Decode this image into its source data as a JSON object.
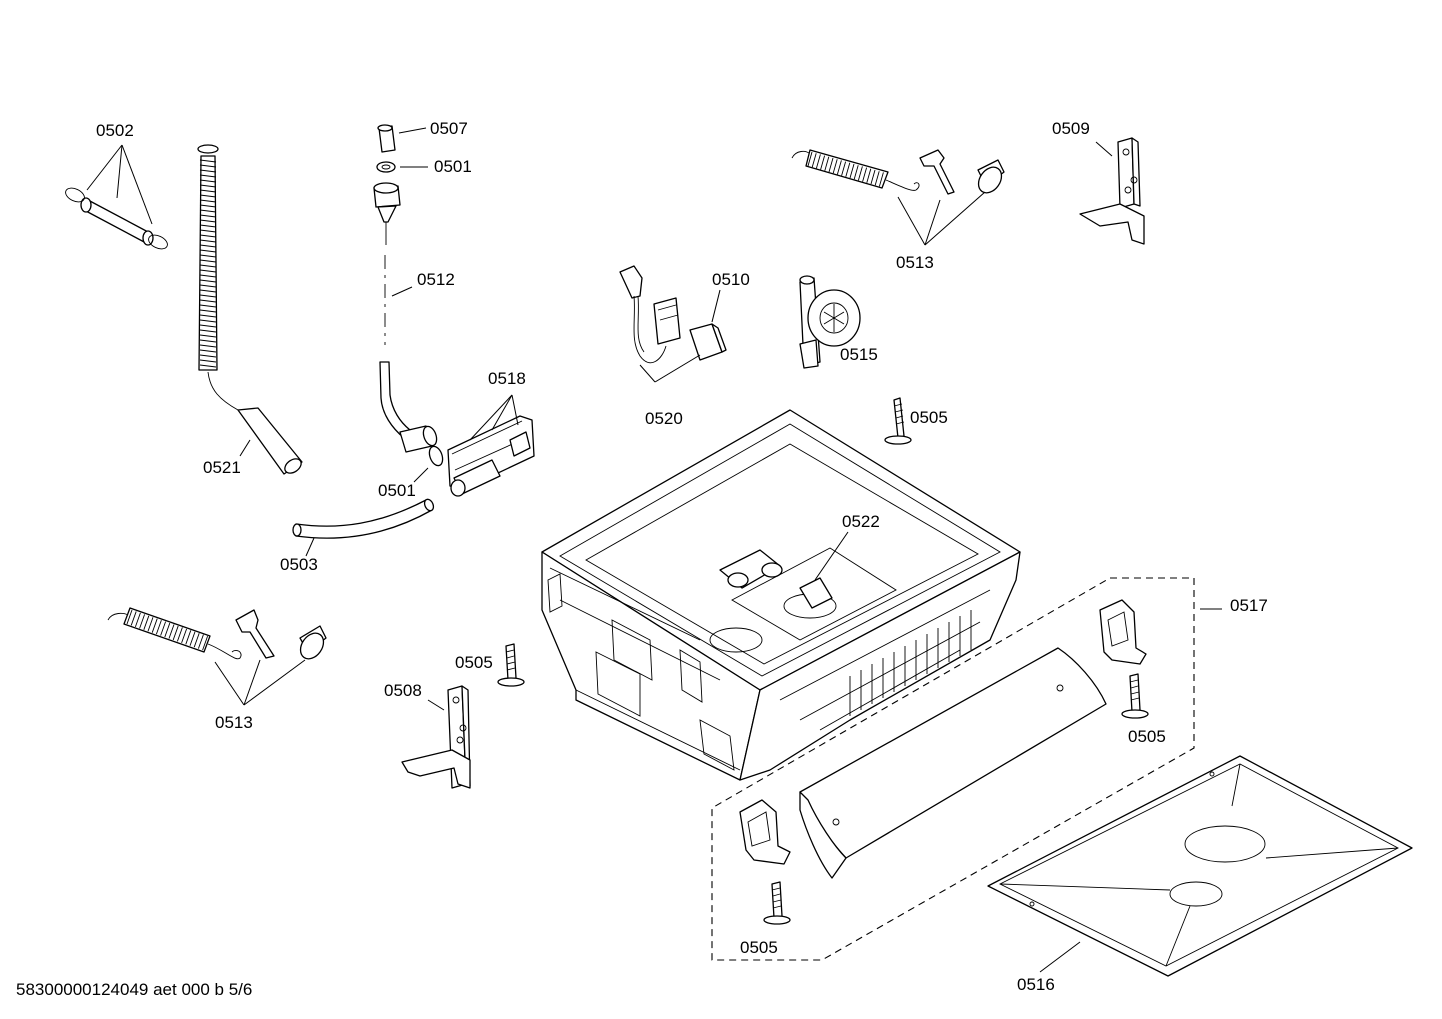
{
  "labels": {
    "l0502": "0502",
    "l0507": "0507",
    "l0501a": "0501",
    "l0512": "0512",
    "l0518": "0518",
    "l0521": "0521",
    "l0501b": "0501",
    "l0503": "0503",
    "l0510": "0510",
    "l0520": "0520",
    "l0515": "0515",
    "l0513a": "0513",
    "l0509": "0509",
    "l0505a": "0505",
    "l0522": "0522",
    "l0517": "0517",
    "l0513b": "0513",
    "l0505b": "0505",
    "l0508": "0508",
    "l0505c": "0505",
    "l0505d": "0505",
    "l0516": "0516"
  },
  "footer": "58300000124049 aet 000 b 5/6"
}
